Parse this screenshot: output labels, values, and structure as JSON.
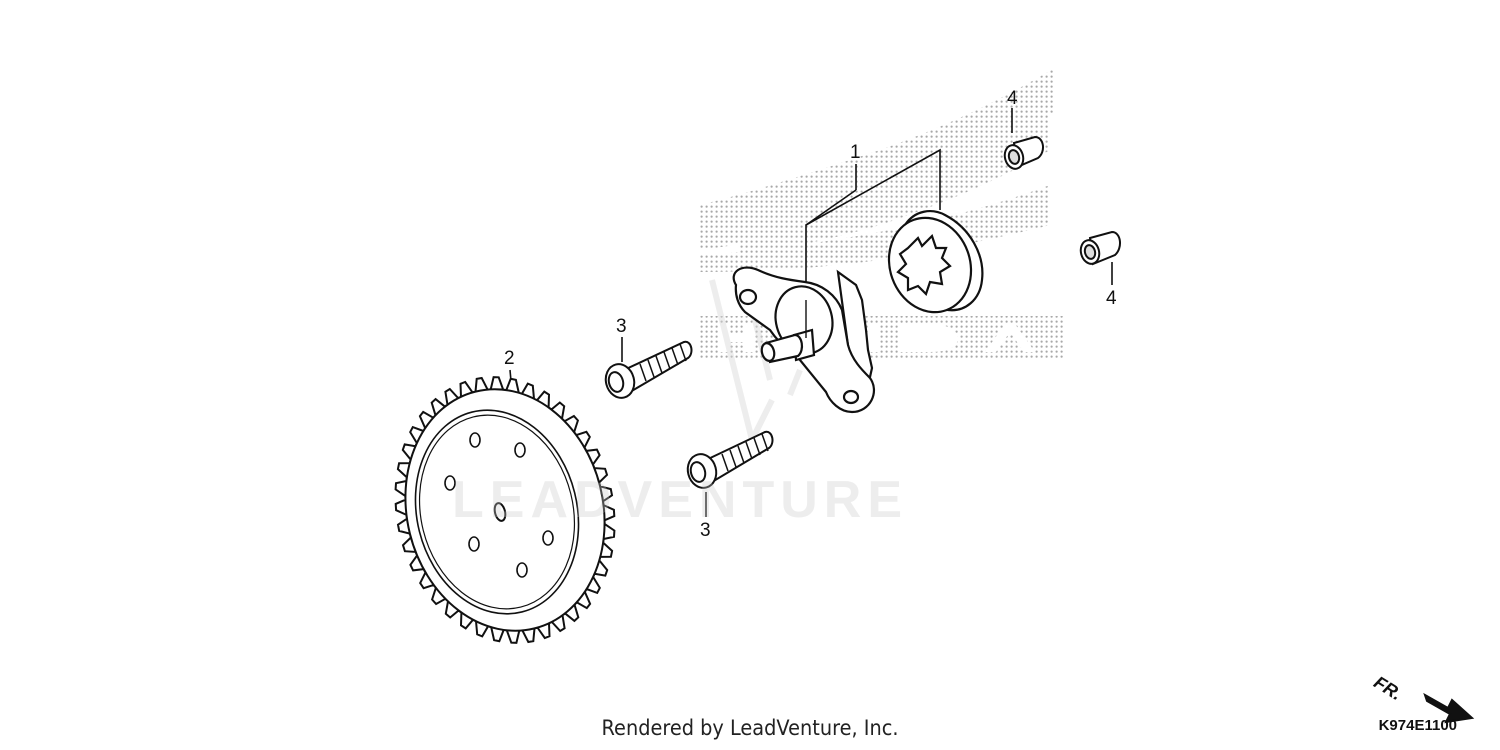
{
  "callouts": {
    "c1": "1",
    "c2": "2",
    "c3a": "3",
    "c3b": "3",
    "c4a": "4",
    "c4b": "4"
  },
  "watermark": {
    "text": "LEADVENTURE",
    "brand_text": "HONDA"
  },
  "footer": {
    "rendered_by": "Rendered by LeadVenture, Inc."
  },
  "diagram_code": "K974E1100",
  "direction_indicator": {
    "label": "FR.",
    "icon": "arrow-front-icon"
  },
  "parts": [
    {
      "ref": "1",
      "icon": "oil-pump-assembly-icon"
    },
    {
      "ref": "2",
      "icon": "driven-gear-icon"
    },
    {
      "ref": "3",
      "icon": "flange-bolt-icon"
    },
    {
      "ref": "4",
      "icon": "dowel-pin-icon"
    }
  ]
}
